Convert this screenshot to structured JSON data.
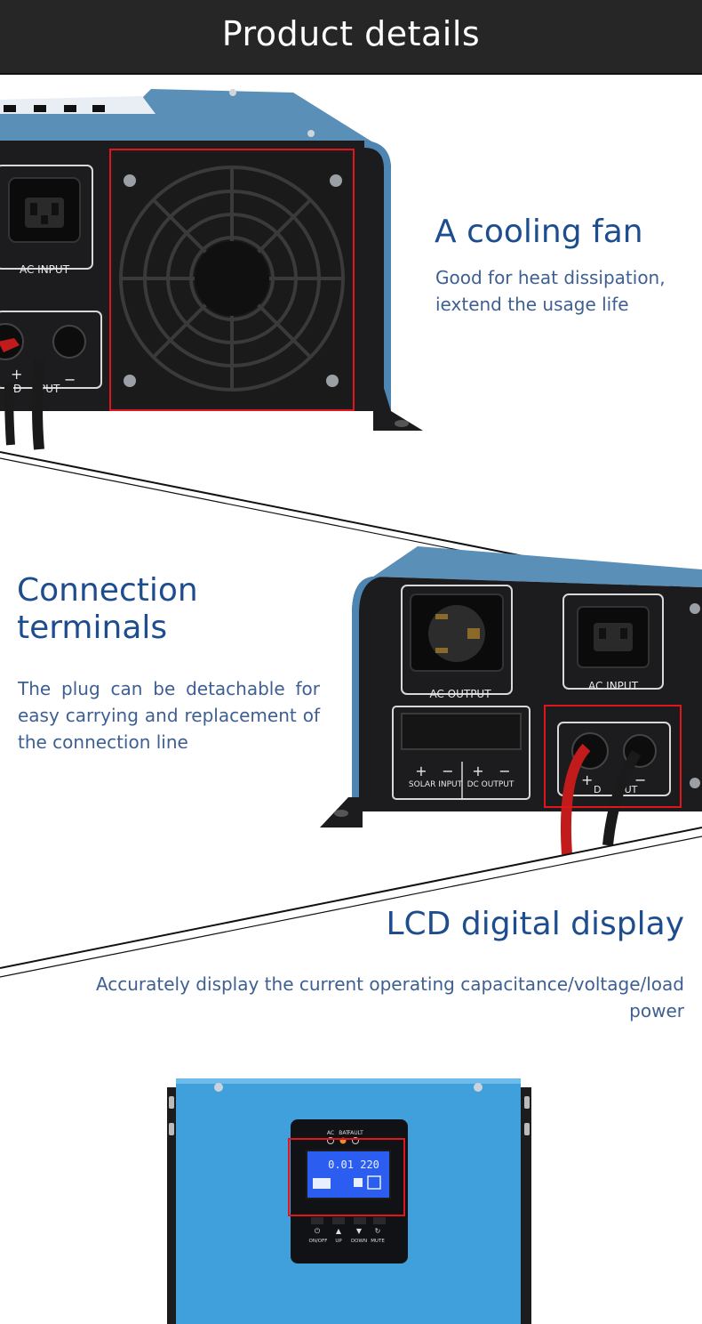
{
  "header": {
    "title": "Product details"
  },
  "sections": {
    "cooling_fan": {
      "title": "A cooling fan",
      "description": "Good for heat dissipation, iextend the usage life"
    },
    "connection_terminals": {
      "title": "Connection terminals",
      "description": "The plug can be detachable for easy carrying and replacement of the connection line"
    },
    "lcd_display": {
      "title": "LCD digital display",
      "description": "Accurately display the current operating capacitance/voltage/load power"
    }
  },
  "device_labels": {
    "ac_input": "AC INPUT",
    "ac_output": "AC OUTPUT",
    "dc_input_left": "D",
    "dc_input_right": "PUT",
    "solar_input": "SOLAR INPUT",
    "dc_output": "DC OUTPUT",
    "indicator_ac": "AC",
    "indicator_bat": "BAT",
    "indicator_fault": "FAULT",
    "lcd_readout": "0.01 220",
    "btn_onoff": "ON/OFF",
    "btn_up": "UP",
    "btn_down": "DOWN",
    "btn_mute": "MUTE"
  },
  "colors": {
    "header_bg": "#262626",
    "heading_blue": "#1d4d8e",
    "text_blue": "#3d5f92",
    "highlight_red": "#e0161c",
    "device_blue": "#3fa0dc",
    "device_black": "#1c1c1e"
  }
}
